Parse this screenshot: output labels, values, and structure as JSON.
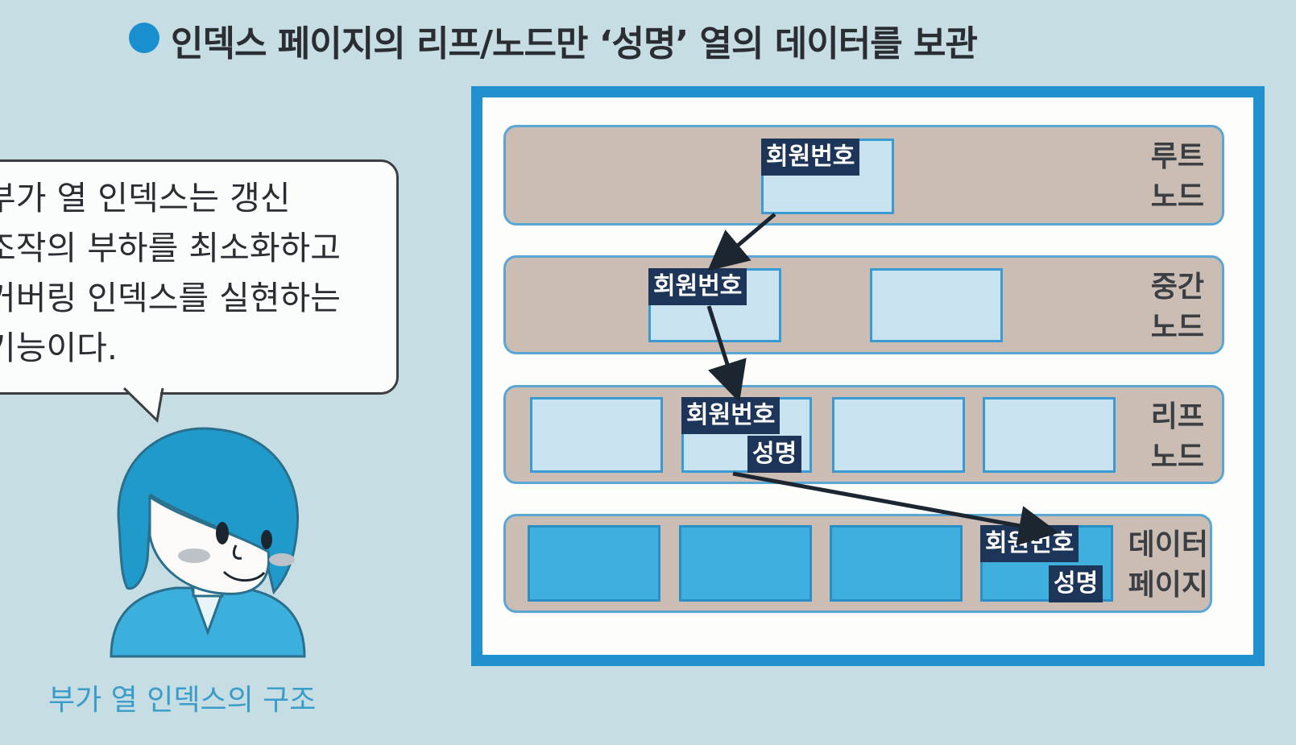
{
  "title": "인덱스 페이지의 리프/노드만 ‘성명’ 열의 데이터를 보관",
  "bubble": {
    "lines": [
      "부가 열 인덱스는 갱신",
      "조작의 부하를 최소화하고",
      "커버링 인덱스를 실현하는",
      "기능이다."
    ]
  },
  "caption": "부가 열 인덱스의 구조",
  "diagram": {
    "key_member": "회원번호",
    "key_name": "성명",
    "levels": {
      "root": {
        "label_1": "루트",
        "label_2": "노드"
      },
      "intermediate": {
        "label_1": "중간",
        "label_2": "노드"
      },
      "leaf": {
        "label_1": "리프",
        "label_2": "노드"
      },
      "data": {
        "label_1": "데이터",
        "label_2": "페이지"
      }
    }
  },
  "colors": {
    "accent": "#1a8fd0",
    "frame": "#2090ce",
    "level_fill": "#cbbdb4",
    "key_fill": "#1c3558",
    "box_light": "#c9e2ef",
    "box_dark": "#3fb0de"
  }
}
